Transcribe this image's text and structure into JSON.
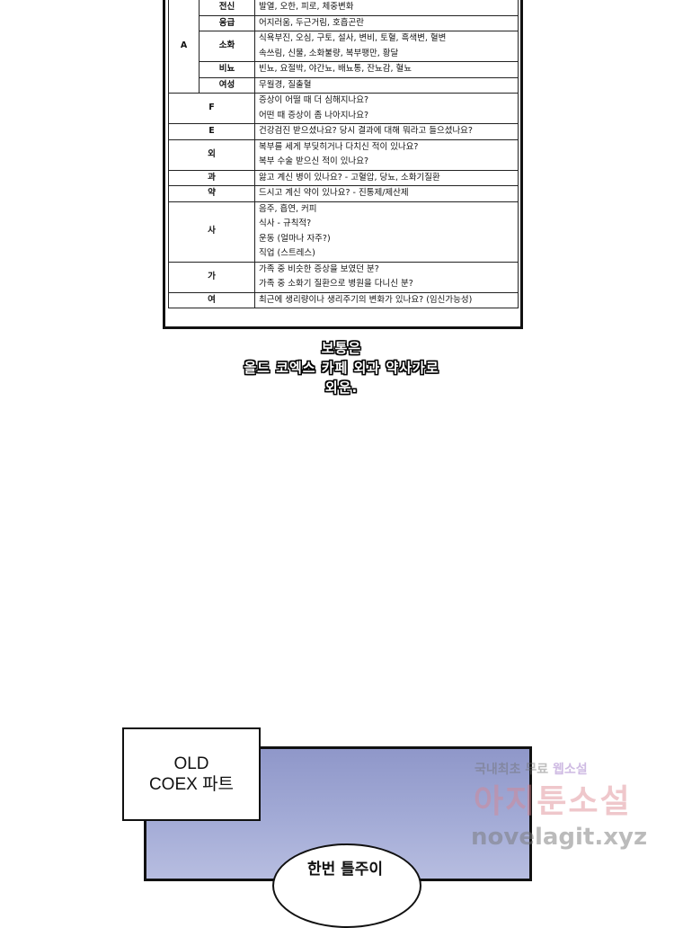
{
  "table": {
    "rows": [
      {
        "cat": "",
        "sub": "전신",
        "lines": [
          "발열, 오한, 피로, 체중변화"
        ]
      },
      {
        "cat": "A",
        "sub": "응급",
        "lines": [
          "어지러움, 두근거림, 호흡곤란"
        ]
      },
      {
        "cat": "",
        "sub": "소화",
        "lines": [
          "식욕부진, 오심, 구토, 설사, 변비, 토혈, 흑색변, 혈변",
          "속쓰림, 신물, 소화불량, 복부팽만, 황달"
        ]
      },
      {
        "cat": "",
        "sub": "비뇨",
        "lines": [
          "빈뇨, 요절박, 야간뇨, 배뇨통, 잔뇨감, 혈뇨"
        ]
      },
      {
        "cat": "",
        "sub": "여성",
        "lines": [
          "무월경, 질출혈"
        ]
      },
      {
        "cat": "F",
        "sub": "",
        "lines": [
          "증상이 어떨 때 더 심해지나요?",
          "어떤 때 증상이 좀 나아지나요?"
        ]
      },
      {
        "cat": "E",
        "sub": "",
        "lines": [
          "건강검진 받으셨나요? 당시 결과에 대해 뭐라고 들으셨나요?"
        ]
      },
      {
        "cat": "외",
        "sub": "",
        "lines": [
          "복부를 세게 부딪히거나 다치신 적이 있나요?",
          "복부 수술 받으신 적이 있나요?"
        ]
      },
      {
        "cat": "과",
        "sub": "",
        "lines": [
          "앓고 계신 병이 있나요? - 고혈압, 당뇨, 소화기질환"
        ]
      },
      {
        "cat": "약",
        "sub": "",
        "lines": [
          "드시고 계신 약이 있나요? - 진통제/제산제"
        ]
      },
      {
        "cat": "사",
        "sub": "",
        "lines": [
          "음주, 흡연, 커피",
          "식사 - 규칙적?",
          "운동 (얼마나 자주?)",
          "직업 (스트레스)"
        ]
      },
      {
        "cat": "가",
        "sub": "",
        "lines": [
          "가족 중 비슷한 증상을 보였던 분?",
          "가족 중 소화기 질환으로 병원을 다니신 분?"
        ]
      },
      {
        "cat": "여",
        "sub": "",
        "lines": [
          "최근에 생리량이나 생리주기의 변화가 있나요? (임신가능성)"
        ]
      }
    ]
  },
  "speech": {
    "line1": "보통은",
    "line2": "올드 코엑스 카페 외과 약사가로",
    "line3": "외운."
  },
  "caption": {
    "line1": "OLD",
    "line2": "COEX 파트"
  },
  "bubble": {
    "text": "한번 틀주이"
  },
  "watermark": {
    "line1_a": "국내최초 무료 ",
    "line1_b": "웹소설",
    "line2": "아지툰소설",
    "line3": "novelagit.xyz"
  }
}
